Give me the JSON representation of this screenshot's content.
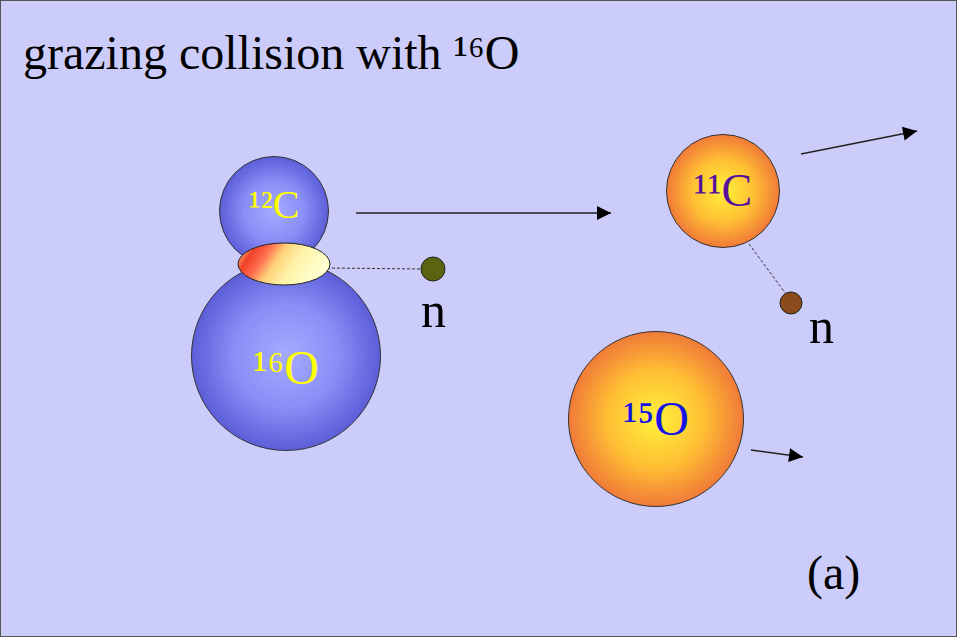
{
  "diagram": {
    "title": "grazing collision with ¹⁶O",
    "nodes": [
      {
        "text": [
          "¹²C"
        ]
      },
      {
        "text": [
          "¹⁶O"
        ]
      },
      {
        "text": [
          "¹¹C"
        ]
      },
      {
        "text": [
          "¹⁵O"
        ]
      }
    ],
    "labels": [
      "n",
      "n",
      "(a)"
    ]
  }
}
